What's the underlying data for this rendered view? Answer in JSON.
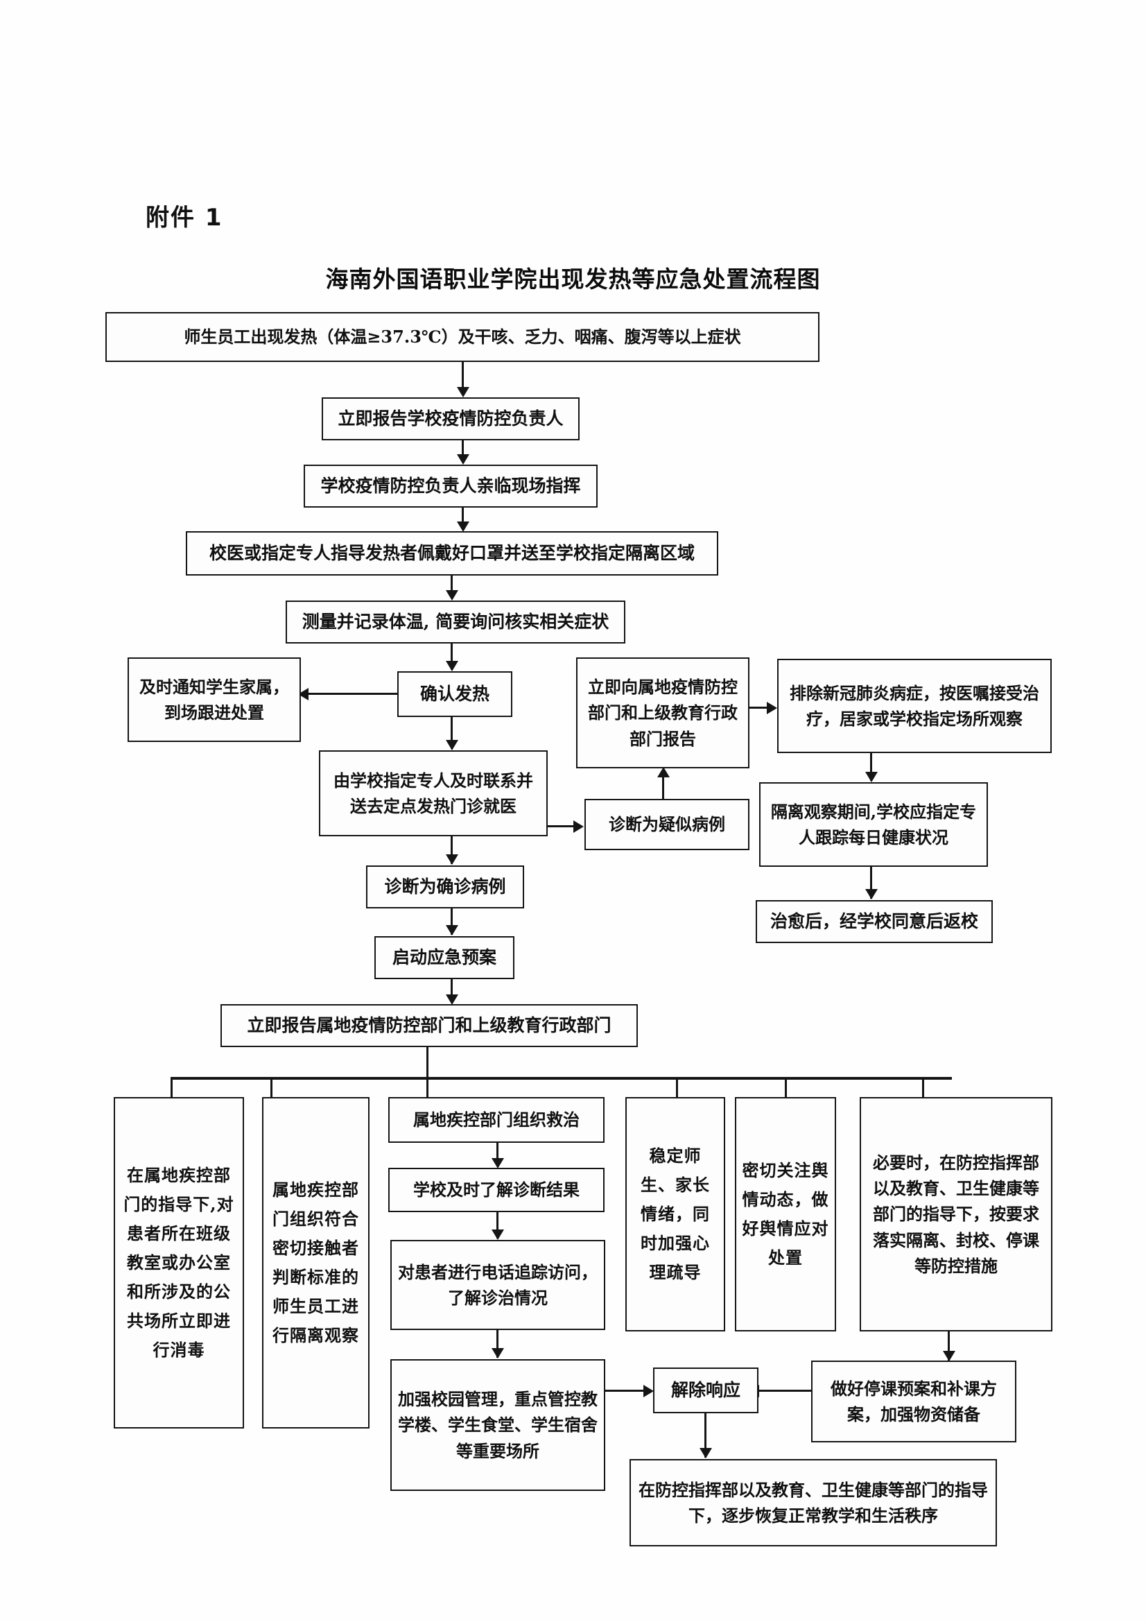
{
  "document": {
    "attachment_label": "附件 1",
    "title": "海南外国语职业学院出现发热等应急处置流程图"
  },
  "flowchart": {
    "type": "flowchart",
    "orientation": "top-to-bottom",
    "nodes": {
      "n1": "师生员工出现发热（体温≥37.3℃）及干咳、乏力、咽痛、腹泻等以上症状",
      "n2": "立即报告学校疫情防控负责人",
      "n3": "学校疫情防控负责人亲临现场指挥",
      "n4": "校医或指定专人指导发热者佩戴好口罩并送至学校指定隔离区域",
      "n5": "测量并记录体温, 简要询问核实相关症状",
      "n6": "确认发热",
      "n7": "及时通知学生家属，到场跟进处置",
      "n8": "由学校指定专人及时联系并送去定点发热门诊就医",
      "n9": "立即向属地疫情防控部门和上级教育行政部门报告",
      "n10": "排除新冠肺炎病症，按医嘱接受治疗，居家或学校指定场所观察",
      "n11": "隔离观察期间,学校应指定专人跟踪每日健康状况",
      "n12": "治愈后，经学校同意后返校",
      "n13": "诊断为疑似病例",
      "n14": "诊断为确诊病例",
      "n15": "启动应急预案",
      "n16": "立即报告属地疫情防控部门和上级教育行政部门",
      "n17": "在属地疾控部门的指导下,对患者所在班级教室或办公室和所涉及的公共场所立即进行消毒",
      "n18": "属地疾控部门组织符合密切接触者判断标准的师生员工进行隔离观察",
      "n19": "属地疾控部门组织救治",
      "n20": "学校及时了解诊断结果",
      "n21": "对患者进行电话追踪访问，了解诊治情况",
      "n22": "加强校园管理，重点管控教学楼、学生食堂、学生宿舍等重要场所",
      "n23": "稳定师生、家长情绪，同时加强心理疏导",
      "n24": "密切关注舆情动态，做好舆情应对处置",
      "n25": "必要时，在防控指挥部以及教育、卫生健康等部门的指导下，按要求落实隔离、封校、停课等防控措施",
      "n26": "做好停课预案和补课方案，加强物资储备",
      "n27": "解除响应",
      "n28": "在防控指挥部以及教育、卫生健康等部门的指导下，逐步恢复正常教学和生活秩序"
    }
  },
  "colors": {
    "ink": "#151515",
    "paper": "#fefefe"
  }
}
